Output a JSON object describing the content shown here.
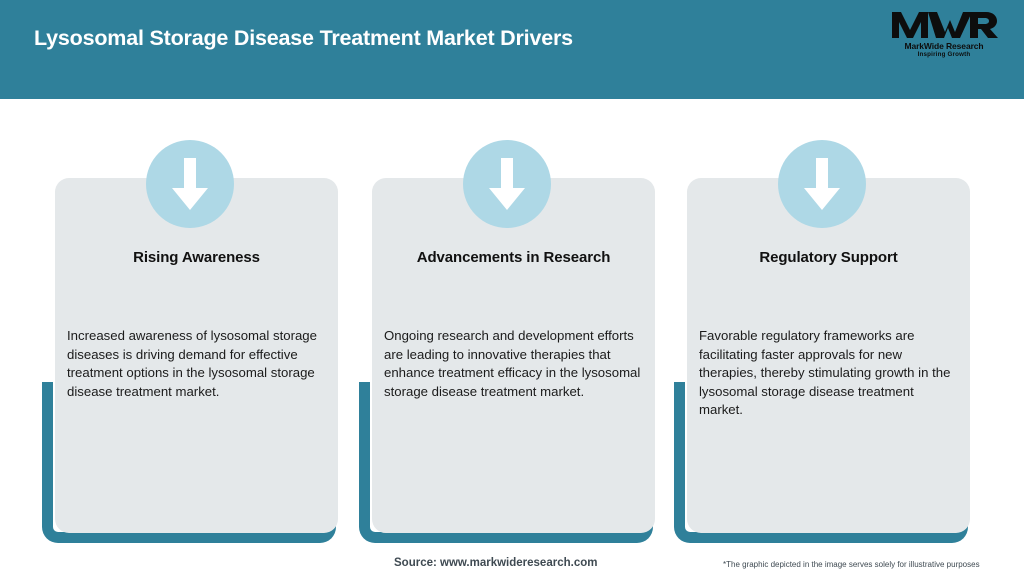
{
  "header": {
    "title": "Lysosomal Storage Disease Treatment Market Drivers",
    "background_color": "#2f809a",
    "title_color": "#ffffff",
    "logo": {
      "mark": "MWR",
      "name": "MarkWide Research",
      "tagline": "Inspiring Growth"
    }
  },
  "theme": {
    "accent_teal": "#2f809a",
    "icon_circle": "#aed8e6",
    "card_background": "#e4e8ea",
    "page_background": "#ffffff"
  },
  "cards": [
    {
      "icon": "arrow-down-icon",
      "title": "Rising Awareness",
      "body": "Increased awareness of lysosomal storage diseases is driving demand for effective treatment options in the lysosomal storage disease treatment market."
    },
    {
      "icon": "arrow-down-icon",
      "title": "Advancements in Research",
      "body": "Ongoing research and development efforts are leading to innovative therapies that enhance treatment efficacy in the lysosomal storage disease treatment market."
    },
    {
      "icon": "arrow-down-icon",
      "title": "Regulatory Support",
      "body": "Favorable regulatory frameworks are facilitating faster approvals for new therapies, thereby stimulating growth in the lysosomal storage disease treatment market."
    }
  ],
  "footer": {
    "source": "Source: www.markwideresearch.com",
    "disclaimer": "*The graphic depicted in the image serves solely for illustrative purposes"
  }
}
